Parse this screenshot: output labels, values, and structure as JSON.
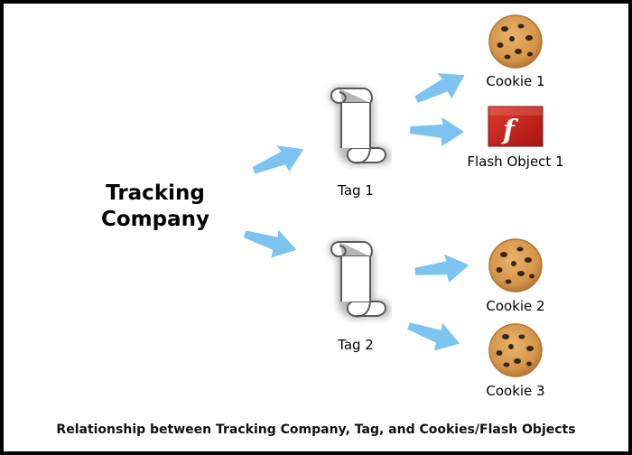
{
  "diagram": {
    "source_node": {
      "line1": "Tracking",
      "line2": "Company"
    },
    "tags": [
      {
        "label": "Tag 1",
        "icon": "script-scroll-icon"
      },
      {
        "label": "Tag 2",
        "icon": "script-scroll-icon"
      }
    ],
    "targets": [
      {
        "label": "Cookie 1",
        "icon": "cookie-icon"
      },
      {
        "label": "Flash Object 1",
        "icon": "flash-icon"
      },
      {
        "label": "Cookie 2",
        "icon": "cookie-icon"
      },
      {
        "label": "Cookie 3",
        "icon": "cookie-icon"
      }
    ],
    "edges": [
      {
        "from": "Tracking Company",
        "to": "Tag 1"
      },
      {
        "from": "Tracking Company",
        "to": "Tag 2"
      },
      {
        "from": "Tag 1",
        "to": "Cookie 1"
      },
      {
        "from": "Tag 1",
        "to": "Flash Object 1"
      },
      {
        "from": "Tag 2",
        "to": "Cookie 2"
      },
      {
        "from": "Tag 2",
        "to": "Cookie 3"
      }
    ],
    "caption": "Relationship between Tracking Company, Tag, and Cookies/Flash Objects"
  },
  "colors": {
    "arrow": "#7cc3ef",
    "cookie": "#d79a4e",
    "cookie_edge": "#b57433",
    "chip": "#3a2414",
    "flash_bg": "#c41d1d",
    "frame": "#000000"
  }
}
